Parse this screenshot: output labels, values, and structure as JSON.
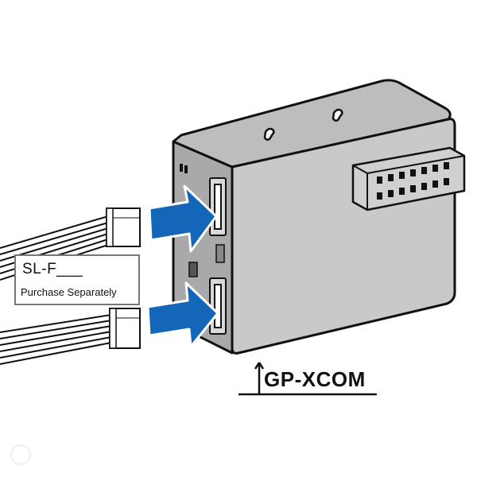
{
  "callout": {
    "part_number": "SL-F___",
    "note": "Purchase Separately"
  },
  "product_label": "GP-XCOM",
  "colors": {
    "housing_front": "#c9c9cb",
    "housing_top": "#bdbdbf",
    "housing_side": "#a9a9ab",
    "arrow": "#1466b8",
    "outline": "#111111",
    "cable": "#ffffff"
  },
  "icons": [
    "insertion-arrow",
    "leader-line",
    "cable-connector",
    "pin-header"
  ]
}
